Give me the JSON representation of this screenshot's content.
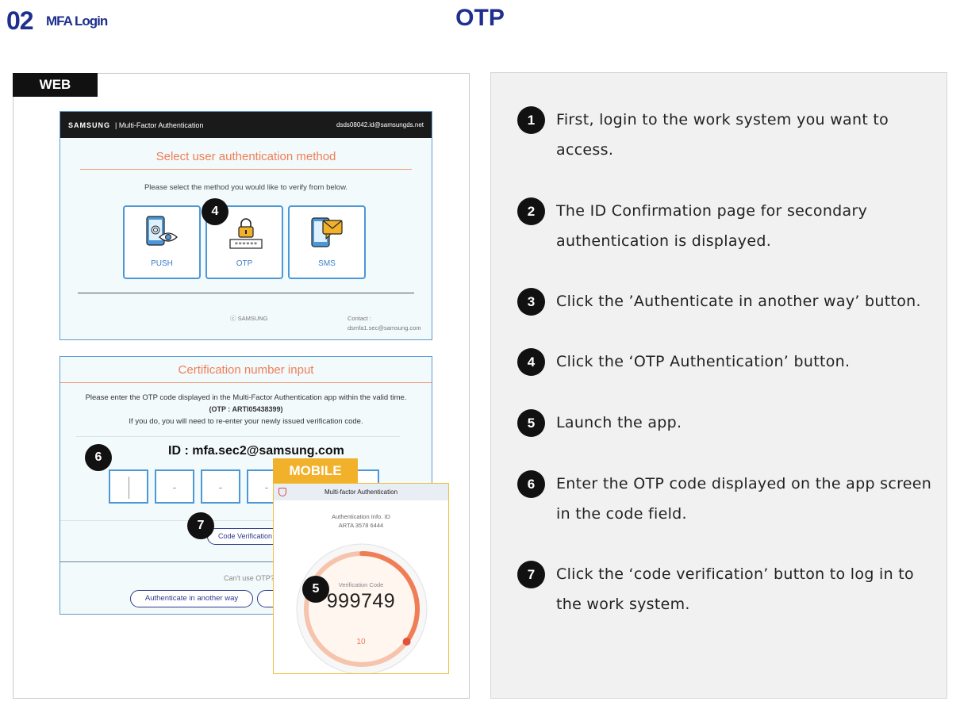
{
  "header": {
    "number": "02",
    "subtitle": "MFA Login",
    "title": "OTP"
  },
  "left": {
    "web_tag": "WEB",
    "mobile_tag": "MOBILE",
    "screen1": {
      "brand": "SAMSUNG",
      "brand_sub": "| Multi-Factor Authentication",
      "account": "dsds08042.id@samsungds.net",
      "title": "Select user authentication method",
      "description": "Please select the method you would like to verify from below.",
      "methods": [
        {
          "label": "PUSH",
          "icon": "push-icon"
        },
        {
          "label": "OTP",
          "icon": "otp-icon"
        },
        {
          "label": "SMS",
          "icon": "sms-icon"
        }
      ],
      "copyright": "ⓒ SAMSUNG",
      "contact_label": "Contact :",
      "contact_email": "dsmfa1.sec@samsung.com"
    },
    "screen2": {
      "title": "Certification number input",
      "desc_line1": "Please enter the OTP code displayed in the Multi-Factor Authentication app within the valid time.",
      "desc_line2": "(OTP : ARTI05438399)",
      "desc_line3": "If you do, you will need to re-enter your newly issued verification code.",
      "id_text": "ID : mfa.sec2@samsung.com",
      "code_placeholders": [
        "",
        "-",
        "-",
        "-",
        ""
      ],
      "verify_button": "Code Verification",
      "cant_use": "Can't use OTP?",
      "another_button": "Authenticate in another way"
    },
    "mobile": {
      "app_title": "Multi-factor Authentication",
      "info_label": "Authentication Info. ID",
      "info_value": "ARTA 3578 6444",
      "code_label": "Verification Code",
      "code": "999749",
      "countdown": "10",
      "countdown_fraction": 0.35
    },
    "markers": [
      "4",
      "6",
      "7",
      "5"
    ]
  },
  "steps": [
    {
      "num": "1",
      "text": "First, login to the work system you want to access."
    },
    {
      "num": "2",
      "text": "The ID Confirmation page for secondary authentication is displayed."
    },
    {
      "num": "3",
      "text": "Click the ’Authenticate in another way’ button."
    },
    {
      "num": "4",
      "text": "Click the ‘OTP Authentication’ button."
    },
    {
      "num": "5",
      "text": "Launch the app."
    },
    {
      "num": "6",
      "text": "Enter the OTP code displayed on the app screen in the code field."
    },
    {
      "num": "7",
      "text": "Click the ‘code verification’ button to log in to the work system."
    }
  ],
  "colors": {
    "navy": "#1f2f8f",
    "accent_orange": "#ef7e56",
    "blue_border": "#4c97d8",
    "mobile_yellow": "#f2b12a"
  }
}
